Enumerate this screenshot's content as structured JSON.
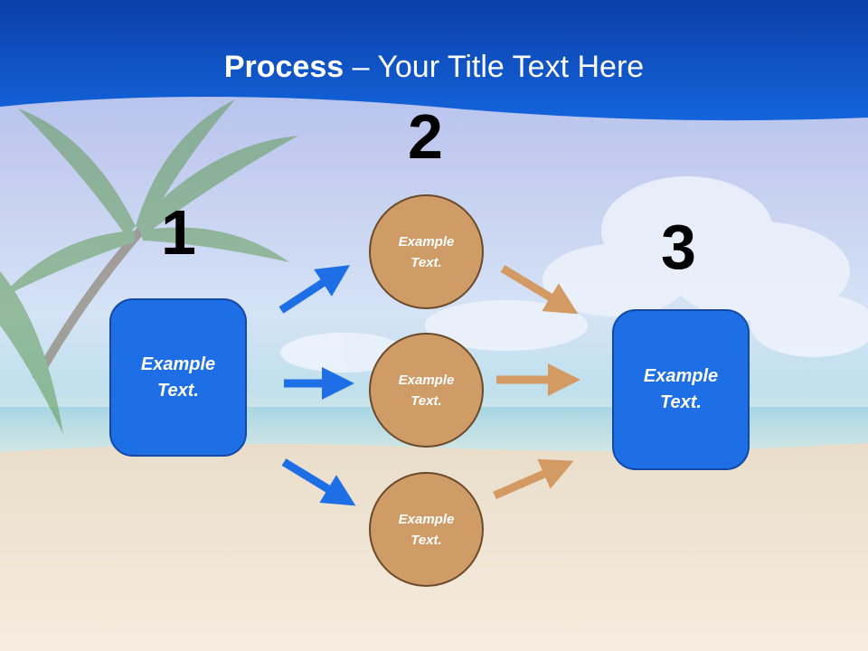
{
  "slide": {
    "title_strong": "Process",
    "title_rest": " – Your Title Text Here"
  },
  "steps": [
    {
      "number": "1",
      "text": "Example Text."
    },
    {
      "number": "2",
      "text": "Example Text."
    },
    {
      "number": "3",
      "text": "Example Text."
    }
  ],
  "middle_items": [
    {
      "text": "Example Text."
    },
    {
      "text": "Example Text."
    },
    {
      "text": "Example Text."
    }
  ],
  "colors": {
    "header_blue": "#0a4fc4",
    "box_blue": "#1e6ee6",
    "circle_tan": "#cf9c68",
    "arrow_blue": "#1e6ee6",
    "arrow_tan": "#d49a64"
  }
}
